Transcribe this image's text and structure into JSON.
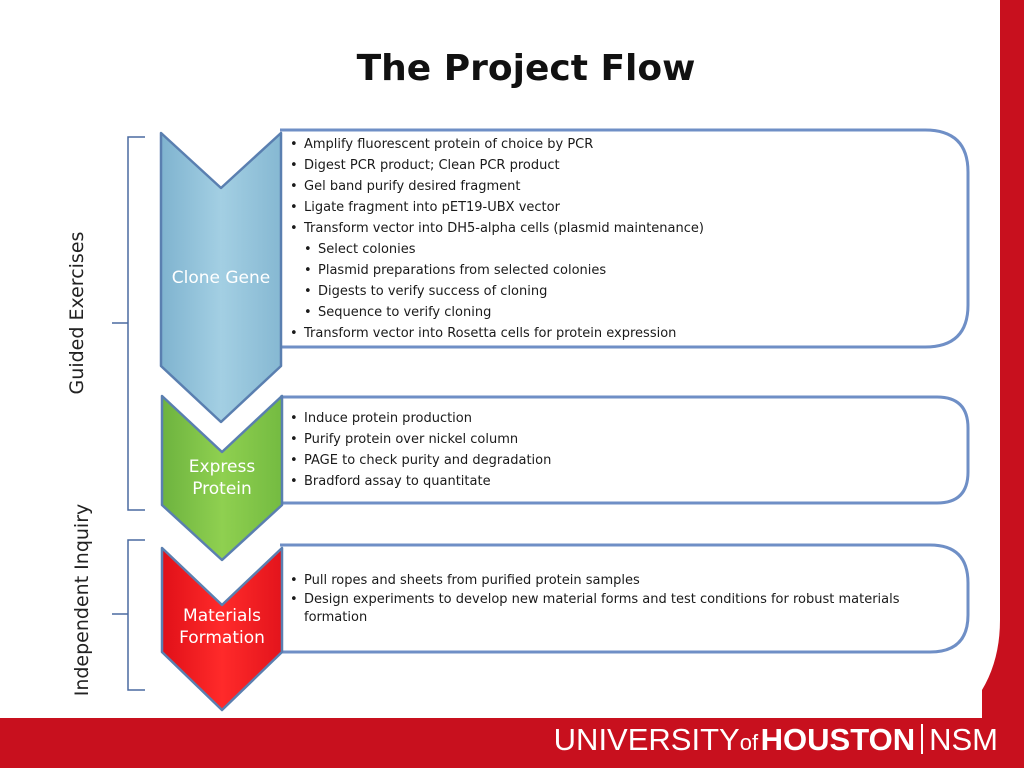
{
  "title": "The Project Flow",
  "side_labels": {
    "guided": "Guided Exercises",
    "independent": "Independent Inquiry"
  },
  "steps": [
    {
      "label_lines": [
        "Clone Gene"
      ],
      "color": "#8fc1d8",
      "bullets": [
        {
          "text": "Amplify fluorescent protein of choice by PCR",
          "level": 0
        },
        {
          "text": "Digest PCR product; Clean PCR product",
          "level": 0
        },
        {
          "text": "Gel band purify desired fragment",
          "level": 0
        },
        {
          "text": "Ligate fragment into pET19-UBX vector",
          "level": 0
        },
        {
          "text": "Transform vector into DH5-alpha cells (plasmid maintenance)",
          "level": 0
        },
        {
          "text": "Select colonies",
          "level": 1
        },
        {
          "text": "Plasmid preparations from selected colonies",
          "level": 1
        },
        {
          "text": "Digests to verify success of cloning",
          "level": 1
        },
        {
          "text": "Sequence to verify cloning",
          "level": 1
        },
        {
          "text": "Transform vector into Rosetta cells for protein expression",
          "level": 0
        }
      ]
    },
    {
      "label_lines": [
        "Express",
        "Protein"
      ],
      "color": "#7cc242",
      "bullets": [
        {
          "text": "Induce protein production",
          "level": 0
        },
        {
          "text": "Purify protein over nickel column",
          "level": 0
        },
        {
          "text": "PAGE to check purity and degradation",
          "level": 0
        },
        {
          "text": "Bradford assay to quantitate",
          "level": 0
        }
      ]
    },
    {
      "label_lines": [
        "Materials",
        "Formation"
      ],
      "color": "#ee1c24",
      "bullets": [
        {
          "text": "Pull ropes and sheets from purified protein samples",
          "level": 0
        },
        {
          "text": "Design experiments to develop new material forms and test conditions for robust materials formation",
          "level": 0
        }
      ]
    }
  ],
  "footer": {
    "university": "UNIVERSITY",
    "of": "of",
    "houston": "HOUSTON",
    "college": "NSM"
  },
  "colors": {
    "brand_red": "#c8101e",
    "box_border": "#6f8fc6",
    "chevron_border": "#5a7fb0"
  }
}
